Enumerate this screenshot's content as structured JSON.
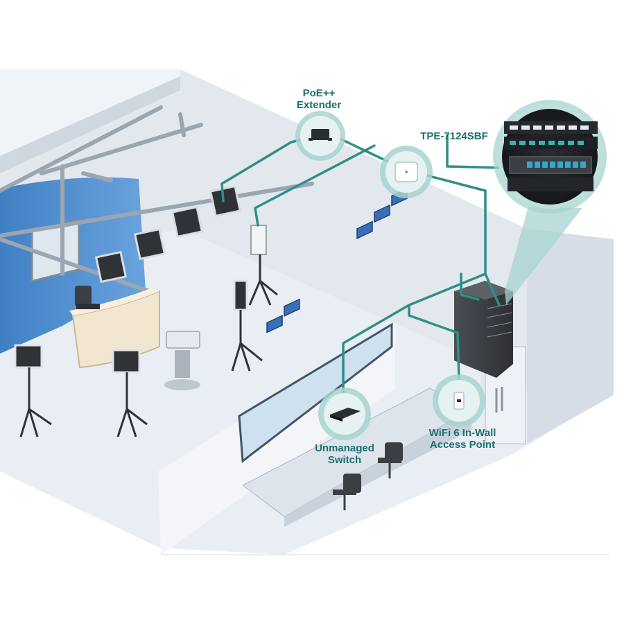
{
  "labels": {
    "poe_extender": [
      "PoE++",
      "Extender"
    ],
    "switch_model": "TPE-7124SBF",
    "unmanaged_switch": [
      "Unmanaged",
      "Switch"
    ],
    "wifi_access_point": [
      "WiFi 6 In-Wall",
      "Access Point"
    ]
  },
  "colors": {
    "cable": "#2f8e88",
    "label": "#1c6f6b",
    "wall_blue": "#4a8fd0",
    "floor": "#e8edf3",
    "wall": "#d8dfe8",
    "callout_bg": "#e6f2f1"
  },
  "icons": [
    "poe-extender-device-icon",
    "ceiling-access-point-icon",
    "unmanaged-switch-device-icon",
    "in-wall-access-point-icon",
    "network-rack-icon"
  ]
}
